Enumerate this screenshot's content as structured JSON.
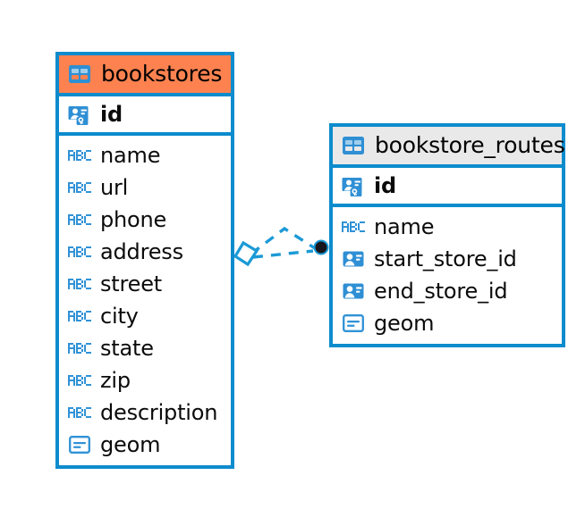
{
  "diagram": {
    "type": "entity-relationship-diagram",
    "background_color": "#ffffff",
    "accent_color": "#0d8ccd",
    "highlight_color": "#fd8250",
    "header_grey": "#e9e9e9"
  },
  "tables": [
    {
      "name": "bookstores",
      "header_style": "orange",
      "table_icon": "table-icon",
      "primary_key": {
        "label": "id",
        "icon": "primary-key-icon"
      },
      "fields": [
        {
          "label": "name",
          "icon": "text-type-icon"
        },
        {
          "label": "url",
          "icon": "text-type-icon"
        },
        {
          "label": "phone",
          "icon": "text-type-icon"
        },
        {
          "label": "address",
          "icon": "text-type-icon"
        },
        {
          "label": "street",
          "icon": "text-type-icon"
        },
        {
          "label": "city",
          "icon": "text-type-icon"
        },
        {
          "label": "state",
          "icon": "text-type-icon"
        },
        {
          "label": "zip",
          "icon": "text-type-icon"
        },
        {
          "label": "description",
          "icon": "text-type-icon"
        },
        {
          "label": "geom",
          "icon": "geometry-type-icon"
        }
      ]
    },
    {
      "name": "bookstore_routes",
      "header_style": "grey",
      "table_icon": "table-icon",
      "primary_key": {
        "label": "id",
        "icon": "primary-key-icon"
      },
      "fields": [
        {
          "label": "name",
          "icon": "text-type-icon"
        },
        {
          "label": "start_store_id",
          "icon": "foreign-key-icon"
        },
        {
          "label": "end_store_id",
          "icon": "foreign-key-icon"
        },
        {
          "label": "geom",
          "icon": "geometry-type-icon"
        }
      ]
    }
  ],
  "relationship": {
    "source_table": "bookstores",
    "target_table": "bookstore_routes",
    "source_marker": "diamond-marker",
    "target_marker": "filled-circle-marker",
    "line_style": "dashed",
    "line_color": "#1b9ad6"
  }
}
